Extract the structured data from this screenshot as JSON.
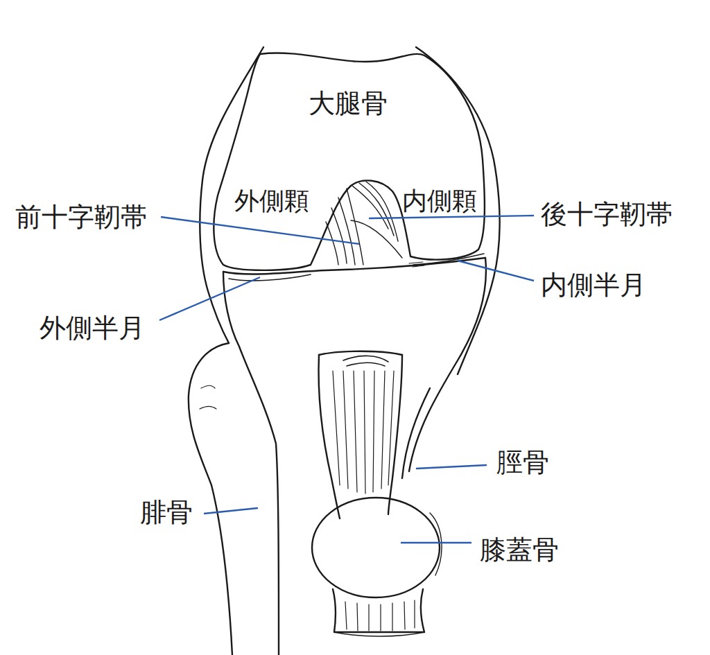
{
  "diagram": {
    "labels": [
      "大腿骨",
      "外側顆",
      "内側顆",
      "前十字靭帯",
      "後十字靭帯",
      "内側半月",
      "外側半月",
      "脛骨",
      "腓骨",
      "膝蓋骨"
    ]
  }
}
